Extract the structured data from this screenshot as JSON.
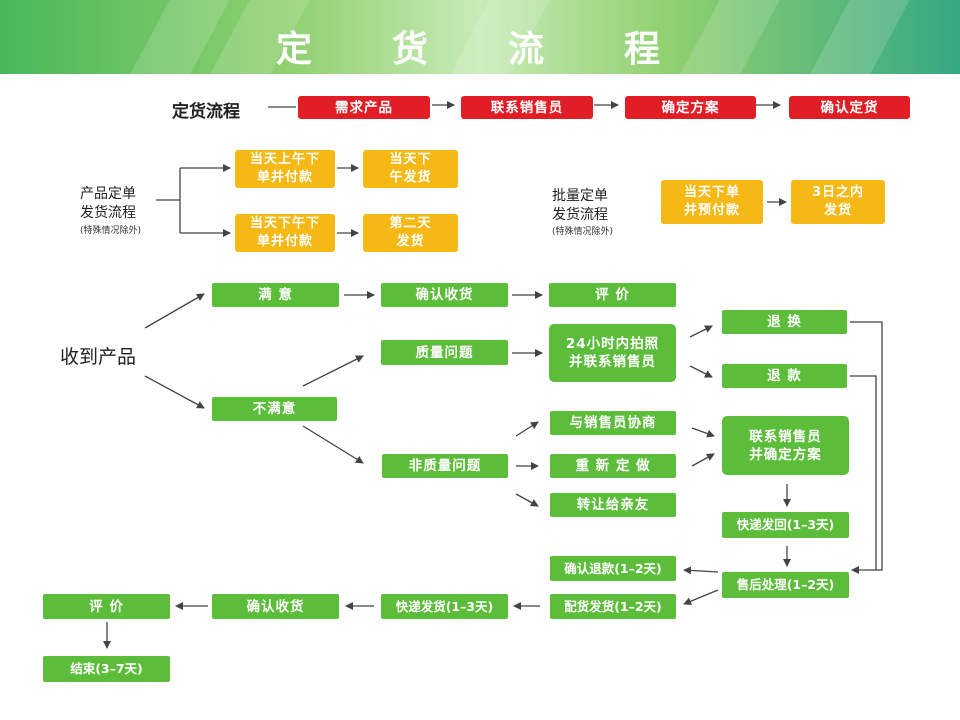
{
  "banner": {
    "title_chars": [
      "定",
      "货",
      "流",
      "程"
    ]
  },
  "order_flow": {
    "label": "定货流程",
    "steps": [
      "需求产品",
      "联系销售员",
      "确定方案",
      "确认定货"
    ]
  },
  "product_order": {
    "label_line1": "产品定单",
    "label_line2": "发货流程",
    "note": "(特殊情况除外)",
    "row1": [
      "当天上午下\n单并付款",
      "当天下\n午发货"
    ],
    "row2": [
      "当天下午下\n单并付款",
      "第二天\n发货"
    ]
  },
  "bulk_order": {
    "label_line1": "批量定单",
    "label_line2": "发货流程",
    "note": "(特殊情况除外)",
    "steps": [
      "当天下单\n并预付款",
      "3日之内\n发货"
    ]
  },
  "receive": {
    "label": "收到产品",
    "satisfied": "满  意",
    "confirm_receipt": "确认收货",
    "review": "评  价",
    "unsatisfied": "不满意",
    "quality_issue": "质量问题",
    "photo_contact": "24小时内拍照\n并联系销售员",
    "exchange": "退  换",
    "refund": "退  款",
    "non_quality_issue": "非质量问题",
    "negotiate": "与销售员协商",
    "remake": "重 新 定 做",
    "transfer": "转让给亲友",
    "contact_plan": "联系销售员\n并确定方案",
    "express_return": "快递发回(1–3天)",
    "after_sales": "售后处理(1–2天)",
    "confirm_refund": "确认退款(1–2天)",
    "ship_goods": "配货发货(1–2天)",
    "express_ship": "快递发货(1–3天)",
    "confirm_receipt2": "确认收货",
    "review2": "评  价",
    "end": "结束(3–7天)"
  },
  "colors": {
    "red": "#e11e25",
    "yellow": "#f6b814",
    "green": "#5cbd3a",
    "arrow": "#444444"
  }
}
